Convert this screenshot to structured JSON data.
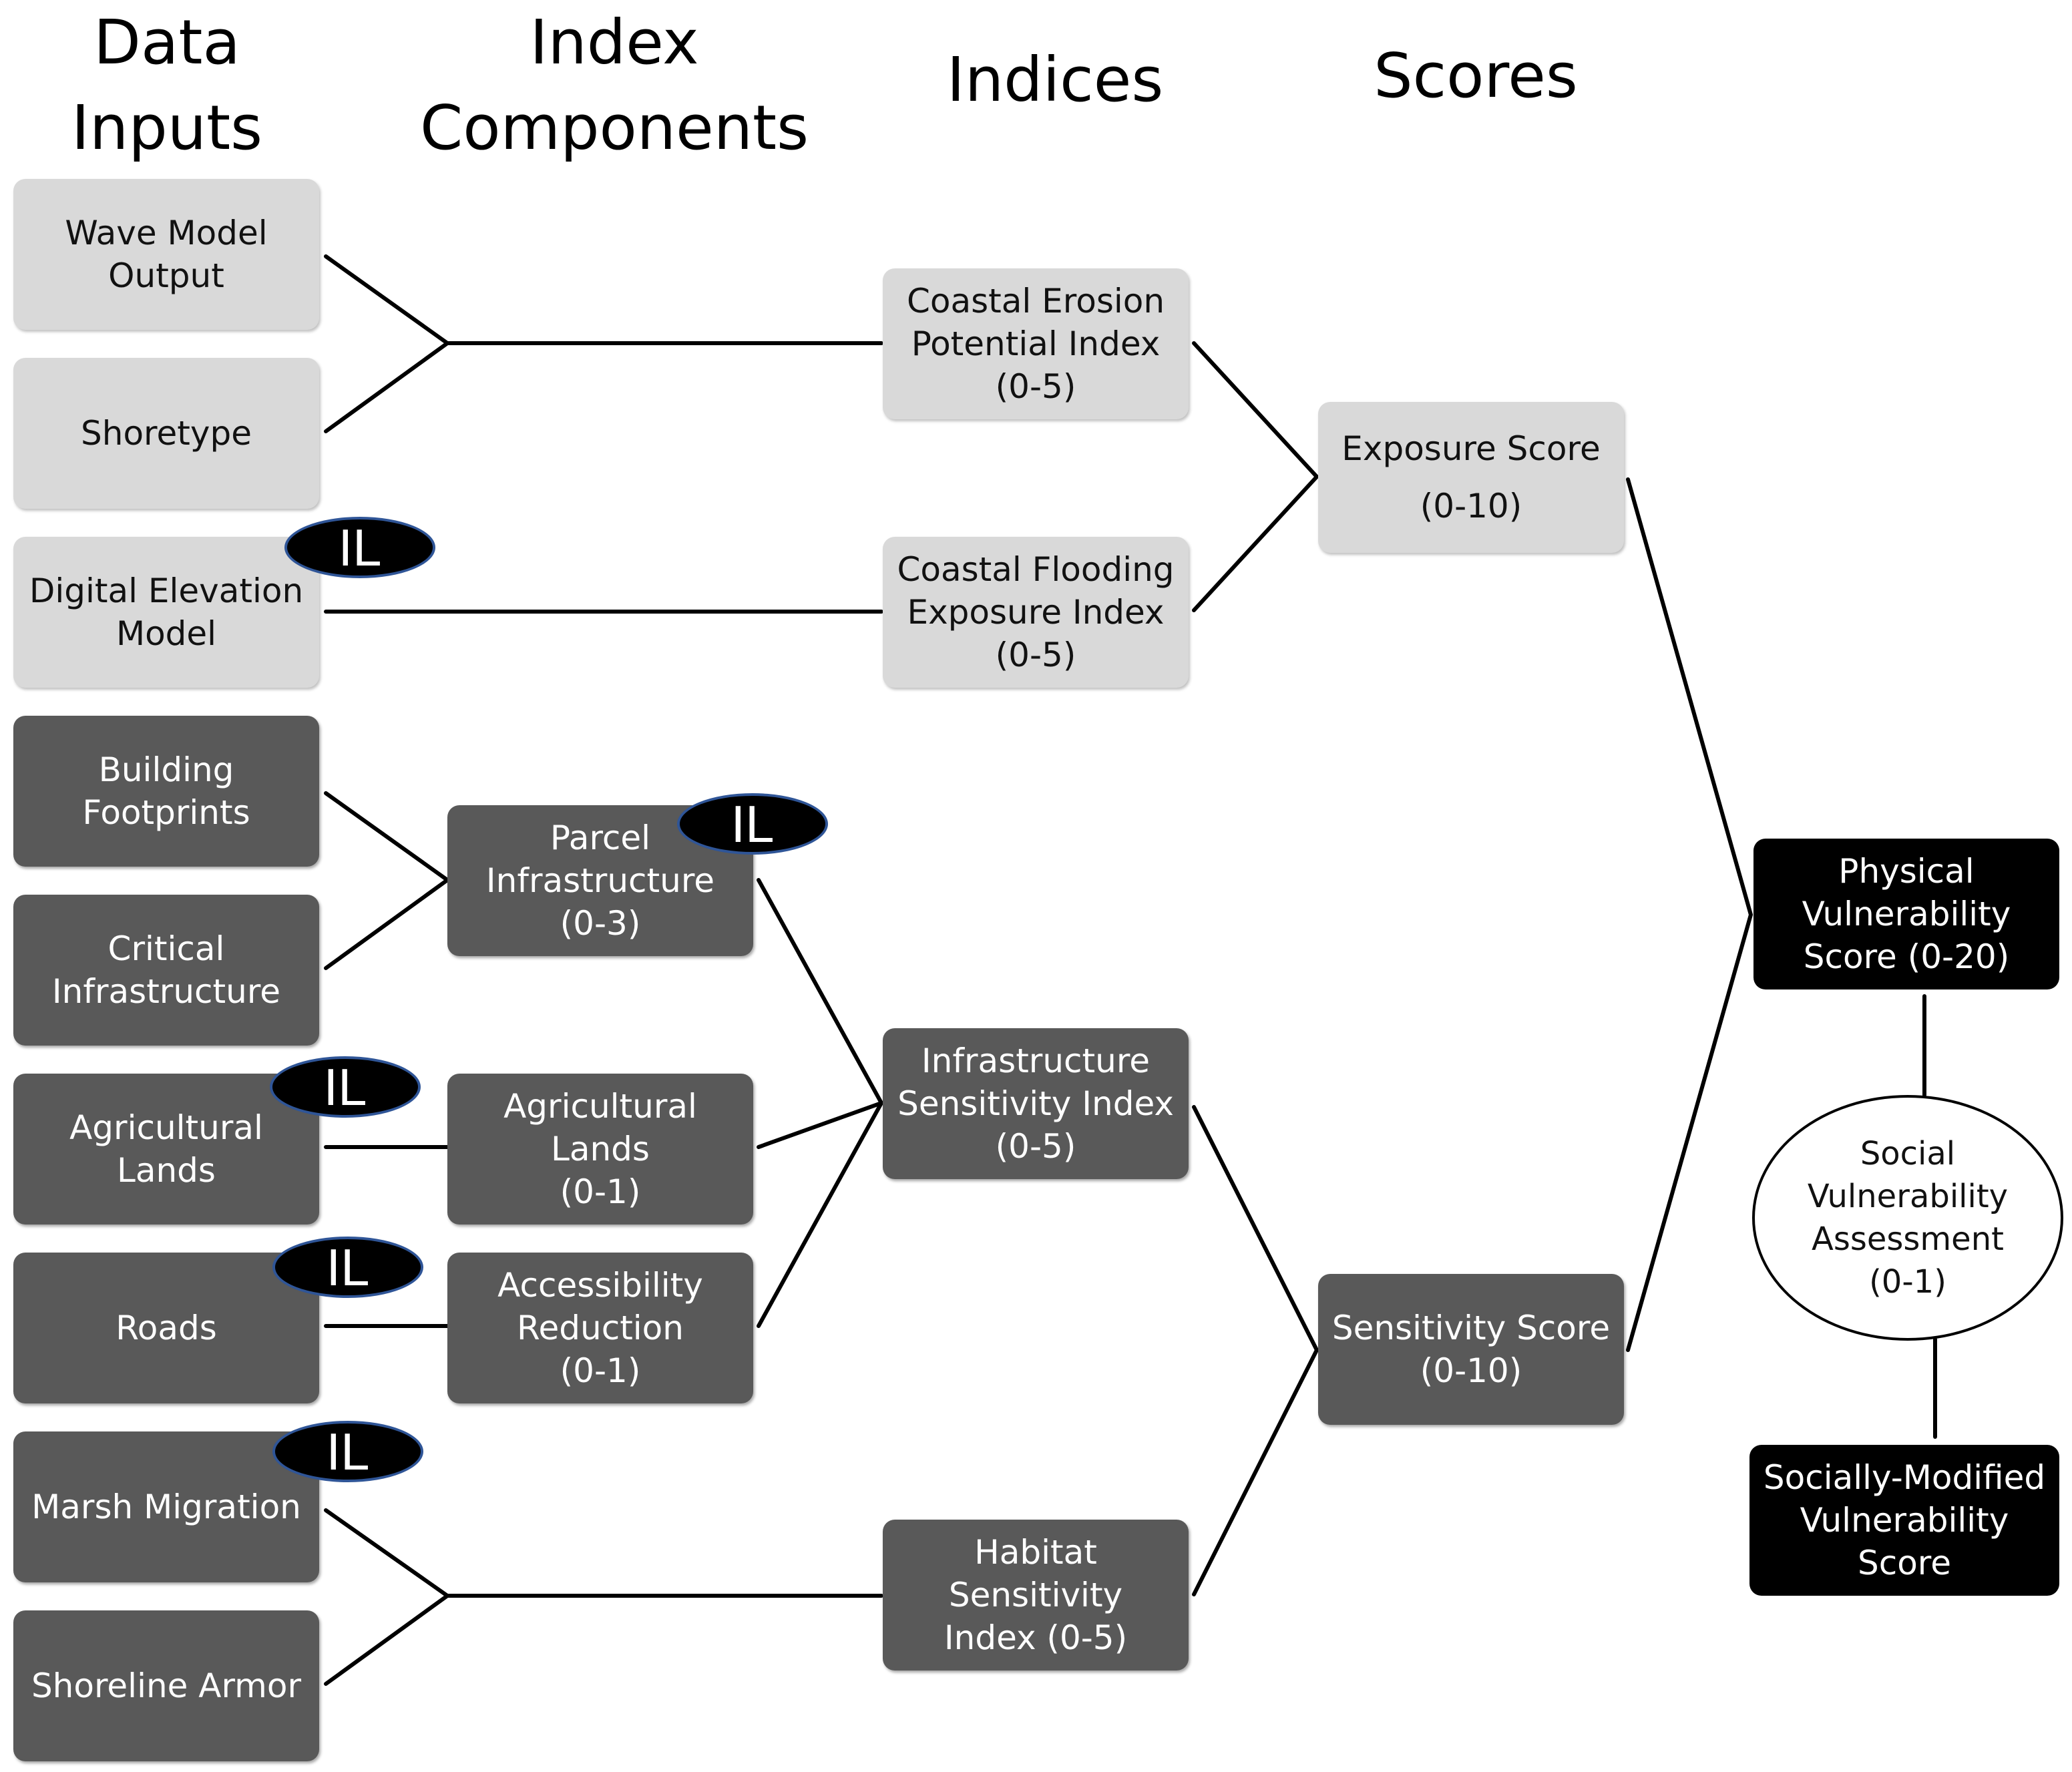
{
  "headers": {
    "data_inputs": "Data\nInputs",
    "index_components": "Index\nComponents",
    "indices": "Indices",
    "scores": "Scores"
  },
  "data_inputs": {
    "wave_model": "Wave Model\nOutput",
    "shoretype": "Shoretype",
    "dem": "Digital Elevation\nModel",
    "building": "Building\nFootprints",
    "critical": "Critical\nInfrastructure",
    "agricultural": "Agricultural Lands",
    "roads": "Roads",
    "marsh": "Marsh Migration",
    "armor": "Shoreline Armor"
  },
  "components": {
    "parcel": "Parcel\nInfrastructure\n(0-3)",
    "agricultural": "Agricultural Lands\n(0-1)",
    "accessibility": "Accessibility\nReduction\n(0-1)"
  },
  "indices": {
    "erosion": "Coastal Erosion\nPotential Index\n(0-5)",
    "flooding": "Coastal Flooding\nExposure Index\n(0-5)",
    "infrastructure": "Infrastructure\nSensitivity Index\n(0-5)",
    "habitat": "Habitat Sensitivity\nIndex (0-5)"
  },
  "scores": {
    "exposure": "Exposure Score\n(0-10)",
    "sensitivity": "Sensitivity Score\n(0-10)"
  },
  "final": {
    "physical": "Physical\nVulnerability\nScore (0-20)",
    "social": "Social\nVulnerability\nAssessment\n(0-1)",
    "socially_modified": "Socially-Modified\nVulnerability\nScore"
  },
  "badge": "IL",
  "colors": {
    "light_box": "#d9d9d9",
    "dark_box": "#595959",
    "final_box": "#000000",
    "badge_border": "#2f5597"
  }
}
